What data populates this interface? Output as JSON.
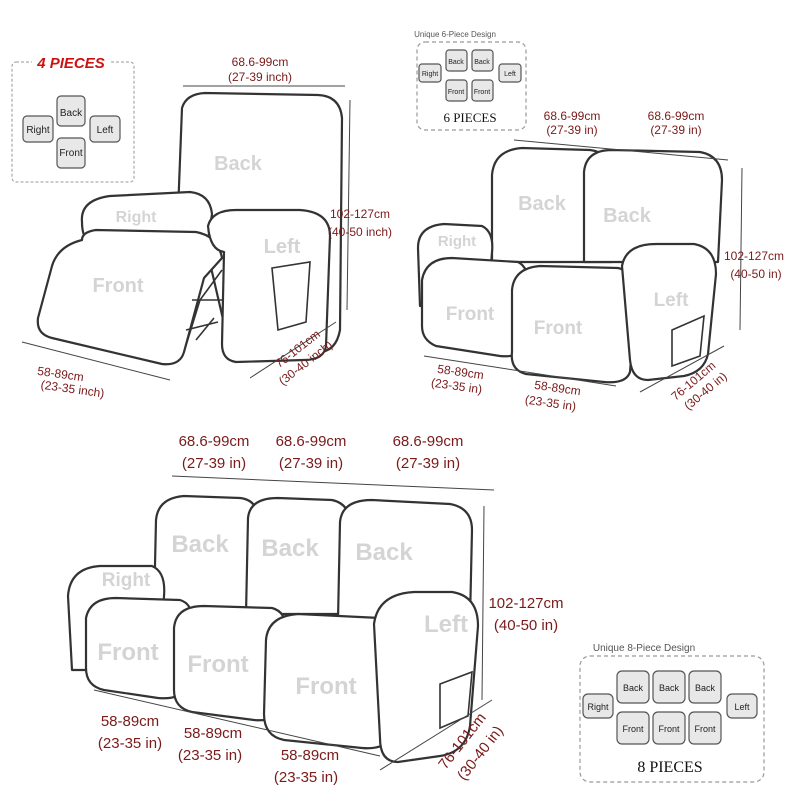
{
  "recliner_single": {
    "pieces_title": "4 PIECES",
    "tiles": {
      "back": "Back",
      "right": "Right",
      "left": "Left",
      "front": "Front"
    },
    "labels": {
      "back": "Back",
      "right": "Right",
      "left": "Left",
      "front": "Front"
    },
    "width_cm": "68.6-99cm",
    "width_in": "(27-39 inch)",
    "height_cm": "102-127cm",
    "height_in": "(40-50 inch)",
    "depth_cm": "76-101cm",
    "depth_in": "(30-40 inch)",
    "front_cm": "58-89cm",
    "front_in": "(23-35 inch)"
  },
  "recliner_double": {
    "design_title": "Unique 6-Piece Design",
    "pieces_title": "6 PIECES",
    "tiles": {
      "back1": "Back",
      "back2": "Back",
      "right": "Right",
      "left": "Left",
      "front1": "Front",
      "front2": "Front"
    },
    "labels": {
      "back1": "Back",
      "back2": "Back",
      "right": "Right",
      "left": "Left",
      "front1": "Front",
      "front2": "Front"
    },
    "width1_cm": "68.6-99cm",
    "width1_in": "(27-39 in)",
    "width2_cm": "68.6-99cm",
    "width2_in": "(27-39 in)",
    "height_cm": "102-127cm",
    "height_in": "(40-50 in)",
    "depth_cm": "76-101cm",
    "depth_in": "(30-40 in)",
    "front1_cm": "58-89cm",
    "front1_in": "(23-35 in)",
    "front2_cm": "58-89cm",
    "front2_in": "(23-35 in)"
  },
  "recliner_triple": {
    "design_title": "Unique 8-Piece Design",
    "pieces_title": "8 PIECES",
    "tiles": {
      "back1": "Back",
      "back2": "Back",
      "back3": "Back",
      "right": "Right",
      "left": "Left",
      "front1": "Front",
      "front2": "Front",
      "front3": "Front"
    },
    "labels": {
      "back1": "Back",
      "back2": "Back",
      "back3": "Back",
      "right": "Right",
      "left": "Left",
      "front1": "Front",
      "front2": "Front",
      "front3": "Front"
    },
    "width1_cm": "68.6-99cm",
    "width1_in": "(27-39 in)",
    "width2_cm": "68.6-99cm",
    "width2_in": "(27-39 in)",
    "width3_cm": "68.6-99cm",
    "width3_in": "(27-39 in)",
    "height_cm": "102-127cm",
    "height_in": "(40-50 in)",
    "depth_cm": "76-101cm",
    "depth_in": "(30-40 in)",
    "front1_cm": "58-89cm",
    "front1_in": "(23-35 in)",
    "front2_cm": "58-89cm",
    "front2_in": "(23-35 in)",
    "front3_cm": "58-89cm",
    "front3_in": "(23-35 in)"
  },
  "colors": {
    "dimension_text": "#7a1a1a",
    "pieces_title_red": "#cc1111",
    "cover_label": "#d4d4d4",
    "outline": "#333333"
  }
}
